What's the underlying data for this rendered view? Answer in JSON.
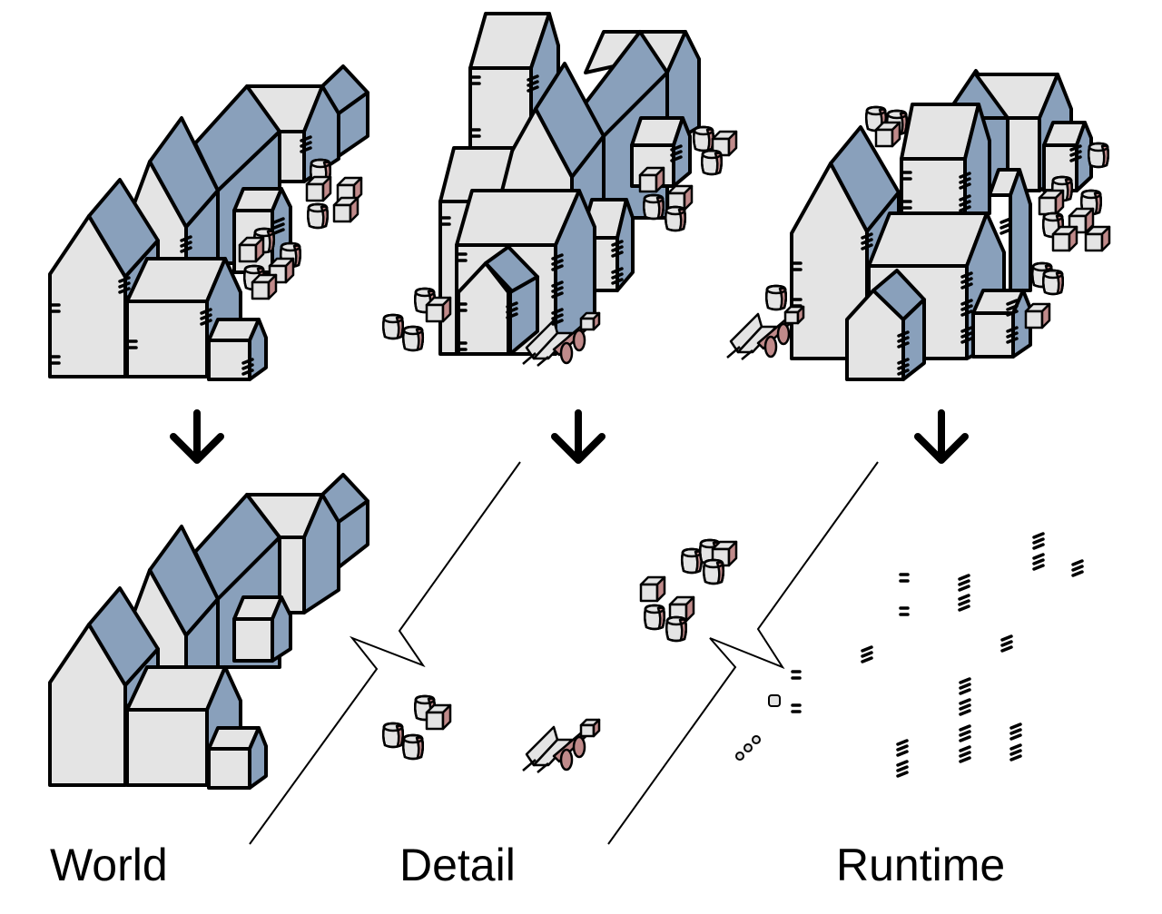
{
  "colors": {
    "wall": "#e4e4e4",
    "roof": "#89a0bb",
    "prop_accent": "#c08a8a",
    "outline": "#000000",
    "background": "#ffffff"
  },
  "stages": [
    {
      "id": "world",
      "label": "World",
      "top_scene": "houses with props",
      "bottom_scene": "houses only"
    },
    {
      "id": "detail",
      "label": "Detail",
      "top_scene": "dense houses with props",
      "bottom_scene": "props only (barrels, crates, cart)"
    },
    {
      "id": "runtime",
      "label": "Runtime",
      "top_scene": "dense houses with props and cart",
      "bottom_scene": "scattered detail marks (ivy/ladder strokes)"
    }
  ],
  "arrows": [
    {
      "from": "world-top",
      "to": "world-bottom",
      "icon": "arrow-down-icon"
    },
    {
      "from": "detail-top",
      "to": "detail-bottom",
      "icon": "arrow-down-icon"
    },
    {
      "from": "runtime-top",
      "to": "runtime-bottom",
      "icon": "arrow-down-icon"
    }
  ]
}
